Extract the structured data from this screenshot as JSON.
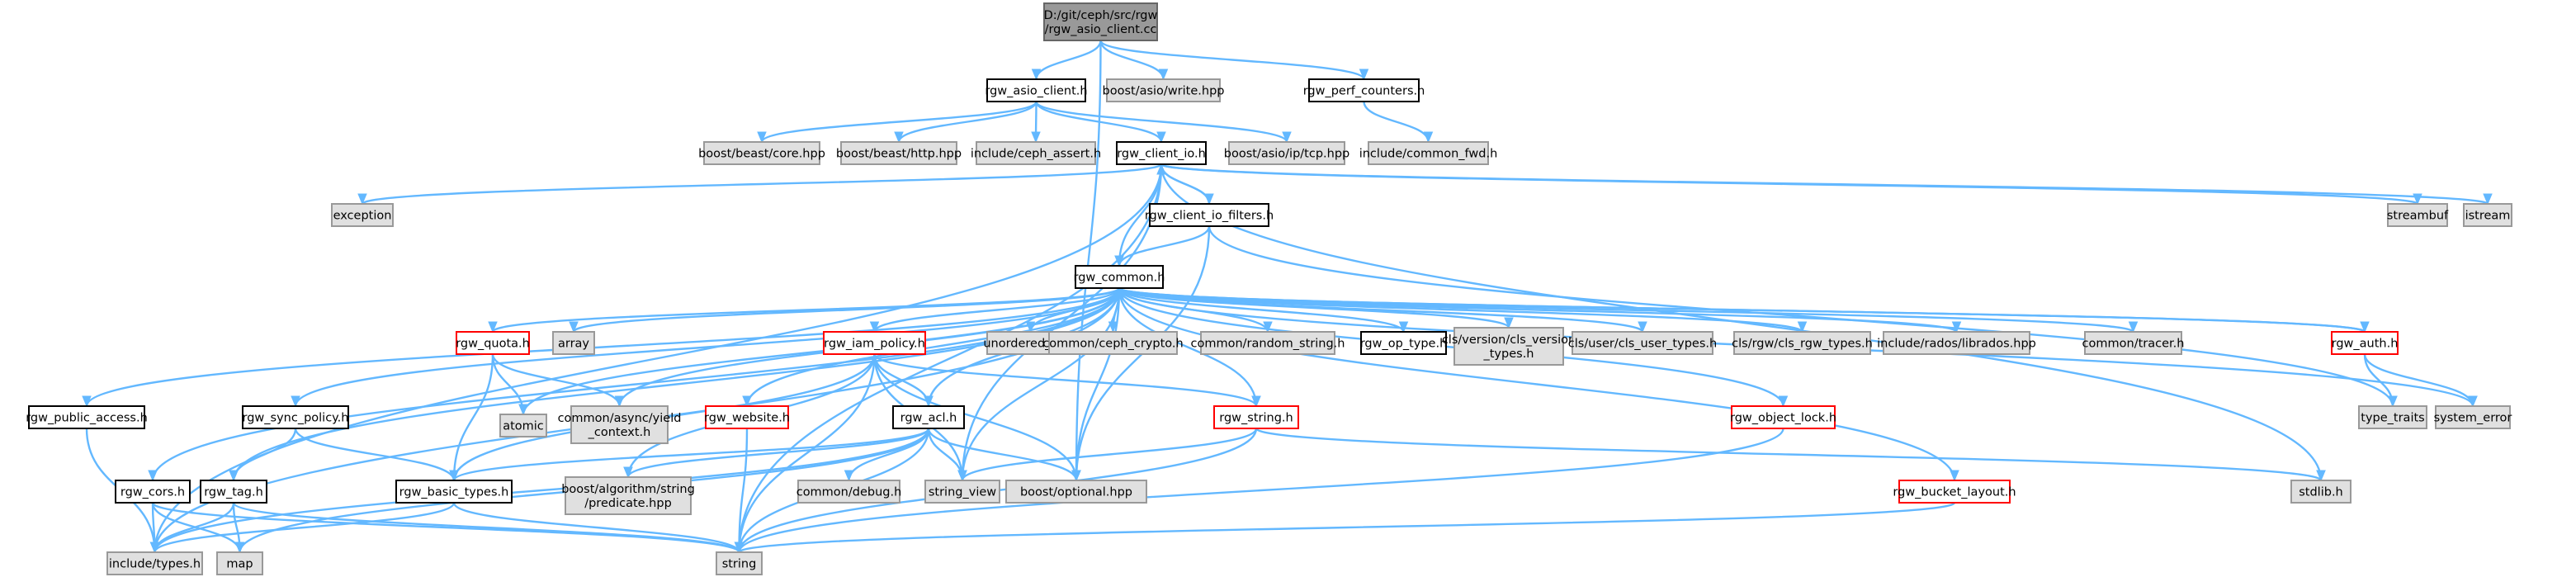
{
  "colors": {
    "edge": "#63b8ff",
    "root_fill": "#999999",
    "external_fill": "#e0e0e0",
    "highlight_border": "#ff0000",
    "local_border": "#000000"
  },
  "nodes": [
    {
      "id": "root",
      "kind": "root",
      "lines": [
        "D:/git/ceph/src/rgw",
        "/rgw_asio_client.cc"
      ]
    },
    {
      "id": "rgw_asio_client_h",
      "kind": "std",
      "lines": [
        "rgw_asio_client.h"
      ]
    },
    {
      "id": "boost_asio_write",
      "kind": "ext",
      "lines": [
        "boost/asio/write.hpp"
      ]
    },
    {
      "id": "rgw_perf_counters_h",
      "kind": "std",
      "lines": [
        "rgw_perf_counters.h"
      ]
    },
    {
      "id": "boost_beast_core",
      "kind": "ext",
      "lines": [
        "boost/beast/core.hpp"
      ]
    },
    {
      "id": "boost_beast_http",
      "kind": "ext",
      "lines": [
        "boost/beast/http.hpp"
      ]
    },
    {
      "id": "include_ceph_assert",
      "kind": "ext",
      "lines": [
        "include/ceph_assert.h"
      ]
    },
    {
      "id": "rgw_client_io_h",
      "kind": "std",
      "lines": [
        "rgw_client_io.h"
      ]
    },
    {
      "id": "boost_asio_ip_tcp",
      "kind": "ext",
      "lines": [
        "boost/asio/ip/tcp.hpp"
      ]
    },
    {
      "id": "include_common_fwd",
      "kind": "ext",
      "lines": [
        "include/common_fwd.h"
      ]
    },
    {
      "id": "exception",
      "kind": "ext",
      "lines": [
        "exception"
      ]
    },
    {
      "id": "rgw_client_io_filters_h",
      "kind": "std",
      "lines": [
        "rgw_client_io_filters.h"
      ]
    },
    {
      "id": "streambuf",
      "kind": "ext",
      "lines": [
        "streambuf"
      ]
    },
    {
      "id": "istream",
      "kind": "ext",
      "lines": [
        "istream"
      ]
    },
    {
      "id": "rgw_common_h",
      "kind": "std",
      "lines": [
        "rgw_common.h"
      ]
    },
    {
      "id": "rgw_quota_h",
      "kind": "hl",
      "lines": [
        "rgw_quota.h"
      ]
    },
    {
      "id": "array",
      "kind": "ext",
      "lines": [
        "array"
      ]
    },
    {
      "id": "rgw_iam_policy_h",
      "kind": "hl",
      "lines": [
        "rgw_iam_policy.h"
      ]
    },
    {
      "id": "unordered_map",
      "kind": "ext",
      "lines": [
        "unordered_map"
      ]
    },
    {
      "id": "common_ceph_crypto",
      "kind": "ext",
      "lines": [
        "common/ceph_crypto.h"
      ]
    },
    {
      "id": "common_random_string",
      "kind": "ext",
      "lines": [
        "common/random_string.h"
      ]
    },
    {
      "id": "rgw_op_type_h",
      "kind": "std",
      "lines": [
        "rgw_op_type.h"
      ]
    },
    {
      "id": "cls_version_types",
      "kind": "ext",
      "lines": [
        "cls/version/cls_version",
        "_types.h"
      ]
    },
    {
      "id": "cls_user_types",
      "kind": "ext",
      "lines": [
        "cls/user/cls_user_types.h"
      ]
    },
    {
      "id": "cls_rgw_types",
      "kind": "ext",
      "lines": [
        "cls/rgw/cls_rgw_types.h"
      ]
    },
    {
      "id": "include_rados_librados",
      "kind": "ext",
      "lines": [
        "include/rados/librados.hpp"
      ]
    },
    {
      "id": "common_tracer",
      "kind": "ext",
      "lines": [
        "common/tracer.h"
      ]
    },
    {
      "id": "rgw_auth_h",
      "kind": "hl",
      "lines": [
        "rgw_auth.h"
      ]
    },
    {
      "id": "rgw_public_access_h",
      "kind": "std",
      "lines": [
        "rgw_public_access.h"
      ]
    },
    {
      "id": "rgw_sync_policy_h",
      "kind": "std",
      "lines": [
        "rgw_sync_policy.h"
      ]
    },
    {
      "id": "atomic",
      "kind": "ext",
      "lines": [
        "atomic"
      ]
    },
    {
      "id": "common_async_yield",
      "kind": "ext",
      "lines": [
        "common/async/yield",
        "_context.h"
      ]
    },
    {
      "id": "rgw_website_h",
      "kind": "hl",
      "lines": [
        "rgw_website.h"
      ]
    },
    {
      "id": "rgw_acl_h",
      "kind": "std",
      "lines": [
        "rgw_acl.h"
      ]
    },
    {
      "id": "rgw_string_h",
      "kind": "hl",
      "lines": [
        "rgw_string.h"
      ]
    },
    {
      "id": "rgw_object_lock_h",
      "kind": "hl",
      "lines": [
        "rgw_object_lock.h"
      ]
    },
    {
      "id": "type_traits",
      "kind": "ext",
      "lines": [
        "type_traits"
      ]
    },
    {
      "id": "system_error",
      "kind": "ext",
      "lines": [
        "system_error"
      ]
    },
    {
      "id": "rgw_cors_h",
      "kind": "std",
      "lines": [
        "rgw_cors.h"
      ]
    },
    {
      "id": "rgw_tag_h",
      "kind": "std",
      "lines": [
        "rgw_tag.h"
      ]
    },
    {
      "id": "rgw_basic_types_h",
      "kind": "std",
      "lines": [
        "rgw_basic_types.h"
      ]
    },
    {
      "id": "boost_algorithm_predicate",
      "kind": "ext",
      "lines": [
        "boost/algorithm/string",
        "/predicate.hpp"
      ]
    },
    {
      "id": "common_debug",
      "kind": "ext",
      "lines": [
        "common/debug.h"
      ]
    },
    {
      "id": "string_view",
      "kind": "ext",
      "lines": [
        "string_view"
      ]
    },
    {
      "id": "boost_optional",
      "kind": "ext",
      "lines": [
        "boost/optional.hpp"
      ]
    },
    {
      "id": "rgw_bucket_layout_h",
      "kind": "hl",
      "lines": [
        "rgw_bucket_layout.h"
      ]
    },
    {
      "id": "stdlib_h",
      "kind": "ext",
      "lines": [
        "stdlib.h"
      ]
    },
    {
      "id": "include_types",
      "kind": "ext",
      "lines": [
        "include/types.h"
      ]
    },
    {
      "id": "map",
      "kind": "ext",
      "lines": [
        "map"
      ]
    },
    {
      "id": "string",
      "kind": "ext",
      "lines": [
        "string"
      ]
    }
  ],
  "edges": [
    [
      "root",
      "rgw_asio_client_h"
    ],
    [
      "root",
      "boost_asio_write"
    ],
    [
      "root",
      "rgw_perf_counters_h"
    ],
    [
      "root",
      "boost_optional"
    ],
    [
      "rgw_asio_client_h",
      "boost_beast_core"
    ],
    [
      "rgw_asio_client_h",
      "boost_beast_http"
    ],
    [
      "rgw_asio_client_h",
      "include_ceph_assert"
    ],
    [
      "rgw_asio_client_h",
      "rgw_client_io_h"
    ],
    [
      "rgw_asio_client_h",
      "boost_asio_ip_tcp"
    ],
    [
      "rgw_perf_counters_h",
      "include_common_fwd"
    ],
    [
      "rgw_client_io_h",
      "exception"
    ],
    [
      "rgw_client_io_h",
      "rgw_client_io_filters_h"
    ],
    [
      "rgw_client_io_h",
      "streambuf"
    ],
    [
      "rgw_client_io_h",
      "istream"
    ],
    [
      "rgw_client_io_h",
      "rgw_common_h"
    ],
    [
      "rgw_client_io_h",
      "string"
    ],
    [
      "rgw_client_io_h",
      "string_view"
    ],
    [
      "rgw_client_io_h",
      "include_types"
    ],
    [
      "rgw_client_io_h",
      "stdlib_h"
    ],
    [
      "rgw_client_io_filters_h",
      "rgw_client_io_h"
    ],
    [
      "rgw_client_io_filters_h",
      "rgw_common_h"
    ],
    [
      "rgw_client_io_filters_h",
      "type_traits"
    ],
    [
      "rgw_client_io_filters_h",
      "boost_optional"
    ],
    [
      "rgw_common_h",
      "rgw_quota_h"
    ],
    [
      "rgw_common_h",
      "array"
    ],
    [
      "rgw_common_h",
      "rgw_iam_policy_h"
    ],
    [
      "rgw_common_h",
      "unordered_map"
    ],
    [
      "rgw_common_h",
      "common_ceph_crypto"
    ],
    [
      "rgw_common_h",
      "common_random_string"
    ],
    [
      "rgw_common_h",
      "rgw_op_type_h"
    ],
    [
      "rgw_common_h",
      "cls_version_types"
    ],
    [
      "rgw_common_h",
      "cls_user_types"
    ],
    [
      "rgw_common_h",
      "cls_rgw_types"
    ],
    [
      "rgw_common_h",
      "include_rados_librados"
    ],
    [
      "rgw_common_h",
      "common_tracer"
    ],
    [
      "rgw_common_h",
      "rgw_auth_h"
    ],
    [
      "rgw_common_h",
      "rgw_public_access_h"
    ],
    [
      "rgw_common_h",
      "rgw_sync_policy_h"
    ],
    [
      "rgw_common_h",
      "atomic"
    ],
    [
      "rgw_common_h",
      "common_async_yield"
    ],
    [
      "rgw_common_h",
      "rgw_website_h"
    ],
    [
      "rgw_common_h",
      "rgw_acl_h"
    ],
    [
      "rgw_common_h",
      "rgw_string_h"
    ],
    [
      "rgw_common_h",
      "rgw_object_lock_h"
    ],
    [
      "rgw_common_h",
      "rgw_cors_h"
    ],
    [
      "rgw_common_h",
      "rgw_tag_h"
    ],
    [
      "rgw_common_h",
      "string_view"
    ],
    [
      "rgw_common_h",
      "boost_optional"
    ],
    [
      "rgw_common_h",
      "rgw_bucket_layout_h"
    ],
    [
      "rgw_common_h",
      "system_error"
    ],
    [
      "rgw_common_h",
      "include_types"
    ],
    [
      "rgw_quota_h",
      "atomic"
    ],
    [
      "rgw_quota_h",
      "common_async_yield"
    ],
    [
      "rgw_quota_h",
      "rgw_basic_types_h"
    ],
    [
      "rgw_iam_policy_h",
      "rgw_acl_h"
    ],
    [
      "rgw_iam_policy_h",
      "rgw_string_h"
    ],
    [
      "rgw_iam_policy_h",
      "rgw_basic_types_h"
    ],
    [
      "rgw_iam_policy_h",
      "string"
    ],
    [
      "rgw_iam_policy_h",
      "string_view"
    ],
    [
      "rgw_iam_policy_h",
      "boost_optional"
    ],
    [
      "rgw_iam_policy_h",
      "boost_algorithm_predicate"
    ],
    [
      "rgw_auth_h",
      "type_traits"
    ],
    [
      "rgw_auth_h",
      "system_error"
    ],
    [
      "rgw_auth_h",
      "rgw_common_h"
    ],
    [
      "rgw_public_access_h",
      "include_types"
    ],
    [
      "rgw_sync_policy_h",
      "rgw_basic_types_h"
    ],
    [
      "rgw_sync_policy_h",
      "rgw_tag_h"
    ],
    [
      "rgw_website_h",
      "string"
    ],
    [
      "rgw_acl_h",
      "map"
    ],
    [
      "rgw_acl_h",
      "string"
    ],
    [
      "rgw_acl_h",
      "string_view"
    ],
    [
      "rgw_acl_h",
      "include_types"
    ],
    [
      "rgw_acl_h",
      "common_debug"
    ],
    [
      "rgw_acl_h",
      "boost_optional"
    ],
    [
      "rgw_acl_h",
      "boost_algorithm_predicate"
    ],
    [
      "rgw_acl_h",
      "rgw_basic_types_h"
    ],
    [
      "rgw_string_h",
      "string"
    ],
    [
      "rgw_string_h",
      "string_view"
    ],
    [
      "rgw_string_h",
      "stdlib_h"
    ],
    [
      "rgw_object_lock_h",
      "string"
    ],
    [
      "rgw_cors_h",
      "map"
    ],
    [
      "rgw_cors_h",
      "string"
    ],
    [
      "rgw_cors_h",
      "include_types"
    ],
    [
      "rgw_tag_h",
      "map"
    ],
    [
      "rgw_tag_h",
      "string"
    ],
    [
      "rgw_tag_h",
      "include_types"
    ],
    [
      "rgw_basic_types_h",
      "string"
    ],
    [
      "rgw_basic_types_h",
      "include_types"
    ],
    [
      "rgw_bucket_layout_h",
      "string"
    ]
  ]
}
